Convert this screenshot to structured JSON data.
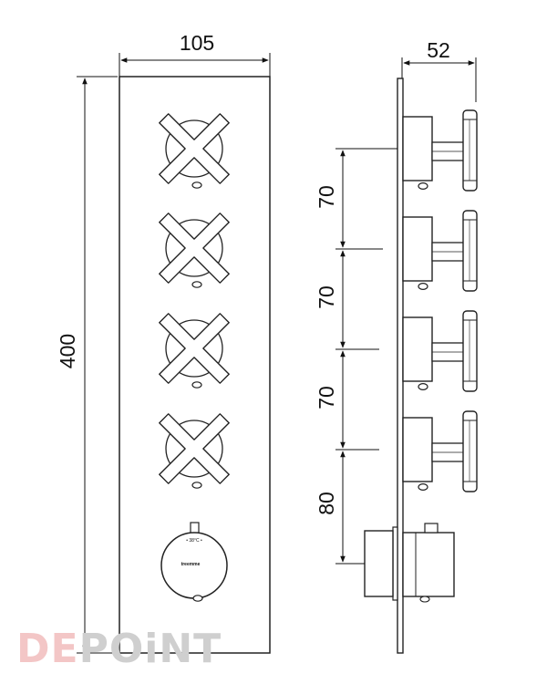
{
  "dimensions": {
    "front_width": "105",
    "side_depth": "52",
    "height": "400",
    "spacings": [
      "70",
      "70",
      "70",
      "80"
    ]
  },
  "thermostat": {
    "temp_label": "• 38°C •",
    "brand_label": "treemme"
  },
  "watermark": {
    "part1": "DE",
    "part2": "POiNT",
    "color1": "#f3c6c6",
    "color2": "#cfcfcf"
  },
  "icons": {
    "cross-handle": "cross-handle-icon",
    "thermostat-knob": "thermostat-knob-icon"
  }
}
